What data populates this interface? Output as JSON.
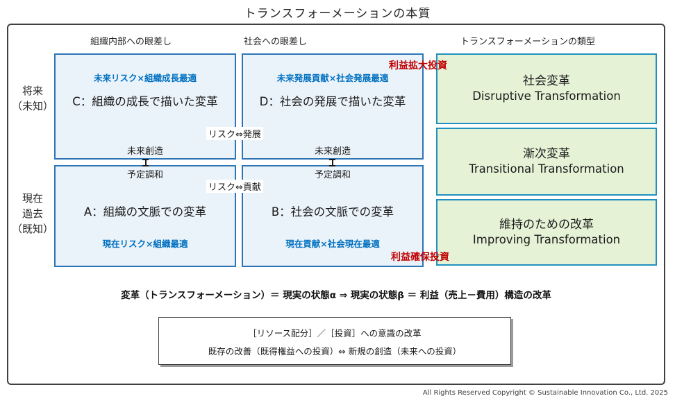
{
  "title": "トランスフォーメーションの本質",
  "column_headers": {
    "internal": "組織内部への眼差し",
    "society": "社会への眼差し",
    "types": "トランスフォーメーションの類型"
  },
  "row_labels": {
    "future": [
      "将来",
      "（未知）"
    ],
    "present": [
      "現在",
      "過去",
      "（既知）"
    ]
  },
  "quadrants": [
    {
      "id": "C",
      "subtitle": "未来リスク×組織成長最適",
      "label": "C：組織の成長で描いた変革"
    },
    {
      "id": "D",
      "subtitle": "未来発展貢献×社会発展最適",
      "label": "D：社会の発展で描いた変革"
    },
    {
      "id": "A",
      "subtitle": "現在リスク×組織最適",
      "label": "A：組織の文脈での変革"
    },
    {
      "id": "B",
      "subtitle": "現在貢献×社会現在最適",
      "label": "B：社会の文脈での変革"
    }
  ],
  "axis_labels": {
    "risk_development": "リスク⇔発展",
    "risk_contribution": "リスク⇔貢献",
    "future_creation": "未来創造",
    "preestablished_harmony": "予定調和"
  },
  "investment_labels": {
    "expand": "利益拡大投資",
    "secure": "利益確保投資"
  },
  "transformation_types": [
    {
      "ja": "社会変革",
      "en": "Disruptive Transformation"
    },
    {
      "ja": "漸次変革",
      "en": "Transitional Transformation"
    },
    {
      "ja": "維持のための改革",
      "en": "Improving Transformation"
    }
  ],
  "formula": "変革（トランスフォーメーション）＝ 現実の状態α ⇒ 現実の状態β ＝ 利益（売上－費用）構造の改革",
  "bottom_box": {
    "line1": "［リソース配分］／［投資］への意識の改革",
    "line2": "既存の改善（既得権益への投資）⇔ 新規の創造（未来への投資）"
  },
  "copyright": "All Rights Reserved Copyright © Sustainable Innovation Co., Ltd. 2025",
  "colors": {
    "quadrant_fill": "#EBF3FA",
    "quadrant_border": "#2E75B6",
    "subtitle_blue": "#0070C0",
    "type_fill": "#E5F2D6",
    "type_border": "#2090BE",
    "investment_red": "#C00000",
    "frame_border": "#404040"
  }
}
